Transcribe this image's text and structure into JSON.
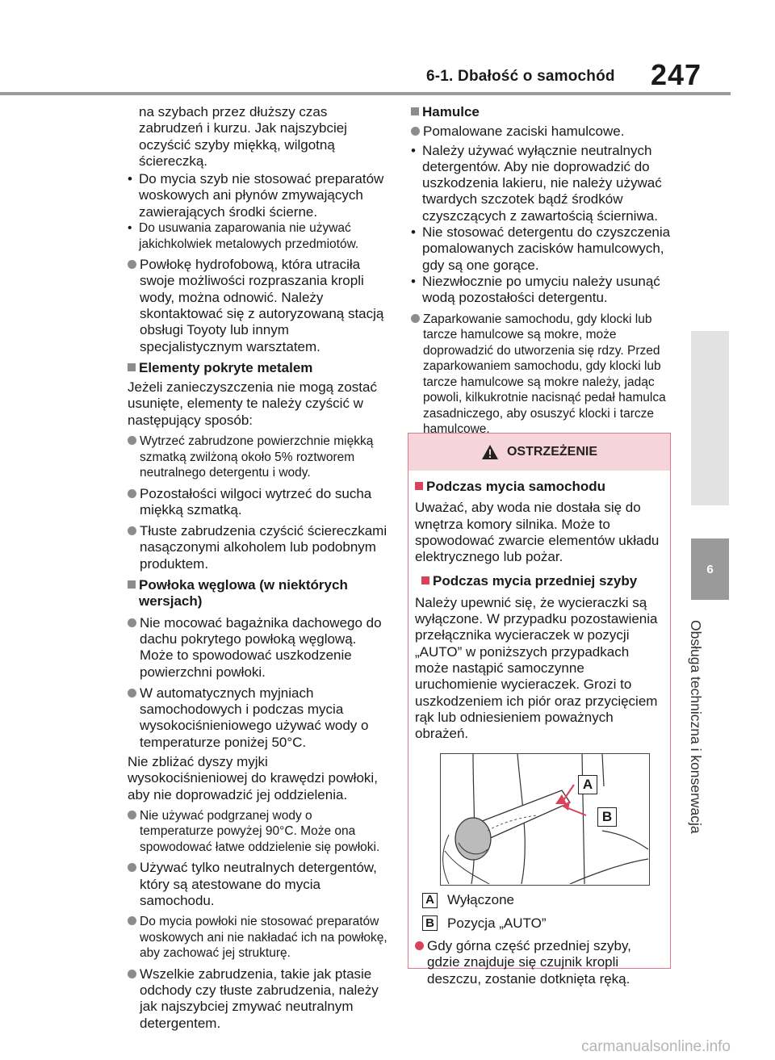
{
  "header": {
    "section_title": "6-1. Dbałość o samochód",
    "page_number": "247"
  },
  "side_tab": {
    "chapter_number": "6",
    "chapter_title": "Obsługa techniczna i konserwacja"
  },
  "left": {
    "p1": "na szybach przez dłuższy czas zabrudzeń i kurzu. Jak najszybciej oczyścić szyby miękką, wilgotną ściereczką.",
    "b1": "Do mycia szyb nie stosować preparatów woskowych ani płynów zmywających zawierających środki ścierne.",
    "b2": "Do usuwania zaparowania nie używać jakichkolwiek metalowych przedmiotów.",
    "d1": "Powłokę hydrofobową, która utraciła swoje możliwości rozpraszania kropli wody, można odnowić. Należy skontaktować się z autoryzowaną stacją obsługi Toyoty lub innym specjalistycznym warsztatem.",
    "h1": "Elementy pokryte metalem",
    "p2": "Jeżeli zanieczyszczenia nie mogą zostać usunięte, elementy te należy czyścić w następujący sposób:",
    "d2": "Wytrzeć zabrudzone powierzchnie miękką szmatką zwilżoną około 5% roztworem neutralnego detergentu i wody.",
    "d3": "Pozostałości wilgoci wytrzeć do sucha miękką szmatką.",
    "d4": "Tłuste zabrudzenia czyścić ściereczkami nasączonymi alkoholem lub podobnym produktem.",
    "h2": "Powłoka węglowa (w niektórych wersjach)",
    "d5": "Nie mocować bagażnika dachowego do dachu pokrytego powłoką węglową. Może to spowodować uszkodzenie powierzchni powłoki.",
    "d6": "W automatycznych myjniach samochodowych i podczas mycia wysokociśnieniowego używać wody o temperaturze poniżej 50°C.",
    "p3": "Nie zbliżać dyszy myjki wysokociśnieniowej do krawędzi powłoki, aby nie doprowadzić jej oddzielenia.",
    "d7": "Nie używać podgrzanej wody o temperaturze powyżej 90°C. Może ona spowodować łatwe oddzielenie się powłoki.",
    "d8": "Używać tylko neutralnych detergentów, który są atestowane do mycia samochodu.",
    "d9": "Do mycia powłoki nie stosować preparatów woskowych ani nie nakładać ich na powłokę, aby zachować jej strukturę.",
    "d10": "Wszelkie zabrudzenia, takie jak ptasie odchody czy tłuste zabrudzenia, należy jak najszybciej zmywać neutralnym detergentem."
  },
  "right": {
    "h1": "Hamulce",
    "d1": "Pomalowane zaciski hamulcowe.",
    "b1": "Należy używać wyłącznie neutralnych detergentów. Aby nie doprowadzić do uszkodzenia lakieru, nie należy używać twardych szczotek bądź środków czyszczących z zawartością ścierniwa.",
    "b2": "Nie stosować detergentu do czyszczenia pomalowanych zacisków hamulcowych, gdy są one gorące.",
    "b3": "Niezwłocznie po umyciu należy usunąć wodą pozostałości detergentu.",
    "d2": "Zaparkowanie samochodu, gdy klocki lub tarcze hamulcowe są mokre, może doprowadzić do utworzenia się rdzy. Przed zaparkowaniem samochodu, gdy klocki lub tarcze hamulcowe są mokre należy, jadąc powoli, kilkukrotnie nacisnąć pedał hamulca zasadniczego, aby osuszyć klocki i tarcze hamulcowe."
  },
  "warning": {
    "title": "OSTRZEŻENIE",
    "h1": "Podczas mycia samochodu",
    "p1": "Uważać, aby woda nie dostała się do wnętrza komory silnika. Może to spowodować zwarcie elementów układu elektrycznego lub pożar.",
    "h2": "Podczas mycia przedniej szyby",
    "p2": "Należy upewnić się, że wycieraczki są wyłączone. W przypadku pozostawienia przełącznika wycieraczek w pozycji „AUTO” w poniższych przypadkach może nastąpić samoczynne uruchomienie wycieraczek. Grozi to uszkodzeniem ich piór oraz przycięciem rąk lub odniesieniem poważnych obrażeń.",
    "label_a": "A",
    "label_b": "B",
    "legend_a": "Wyłączone",
    "legend_b": "Pozycja „AUTO”",
    "d1": "Gdy górna część przedniej szyby, gdzie znajduje się czujnik kropli deszczu, zostanie dotknięta ręką."
  },
  "footer": "carmanualsonline.info",
  "colors": {
    "accent_pink": "#e07a8a",
    "warn_bg": "#f6d4db",
    "marker_gray": "#8c8c8c",
    "marker_red": "#d9425a"
  }
}
